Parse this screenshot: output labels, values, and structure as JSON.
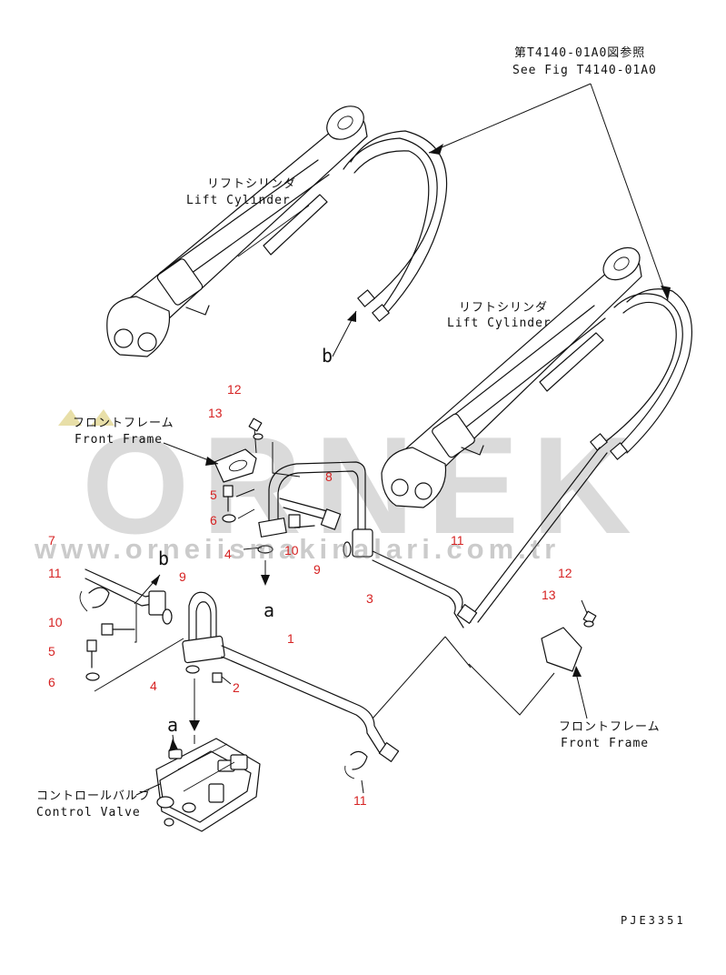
{
  "reference": {
    "jp": "第T4140-01A0図参照",
    "en": "See Fig T4140-01A0"
  },
  "components": {
    "lift_cylinder_left": {
      "jp": "リフトシリンダ",
      "en": "Lift Cylinder"
    },
    "lift_cylinder_right": {
      "jp": "リフトシリンダ",
      "en": "Lift Cylinder"
    },
    "front_frame_left": {
      "jp": "フロントフレーム",
      "en": "Front Frame"
    },
    "front_frame_right": {
      "jp": "フロントフレーム",
      "en": "Front Frame"
    },
    "control_valve": {
      "jp": "コントロールバルブ",
      "en": "Control Valve"
    }
  },
  "connection_letters": {
    "b_upper": "b",
    "b_mid": "b",
    "a_mid": "a",
    "a_lower": "a"
  },
  "part_numbers": {
    "n12_top": "12",
    "n13_top": "13",
    "n8": "8",
    "n5_top": "5",
    "n6_top": "6",
    "n4_top": "4",
    "n10_top": "10",
    "n9_top": "9",
    "n11_mid": "11",
    "n3": "3",
    "n7": "7",
    "n11_left": "11",
    "n9_left": "9",
    "n10_left": "10",
    "n5_left": "5",
    "n6_left": "6",
    "n1": "1",
    "n4_low": "4",
    "n2": "2",
    "n12_right": "12",
    "n13_right": "13",
    "n11_bottom": "11"
  },
  "watermark": {
    "brand": "ORNEK",
    "url": "www.orneiismakinalari.com.tr"
  },
  "drawing_code": "PJE3351"
}
